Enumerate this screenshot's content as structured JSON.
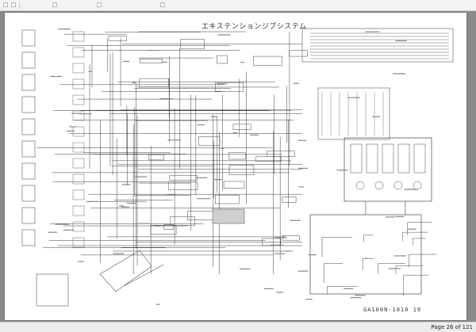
{
  "viewer": {
    "page_indicator": "Page 26 of 121"
  },
  "diagram": {
    "title": "エキステンションジブシステム",
    "drawing_number": "GA100N-1010 19"
  }
}
